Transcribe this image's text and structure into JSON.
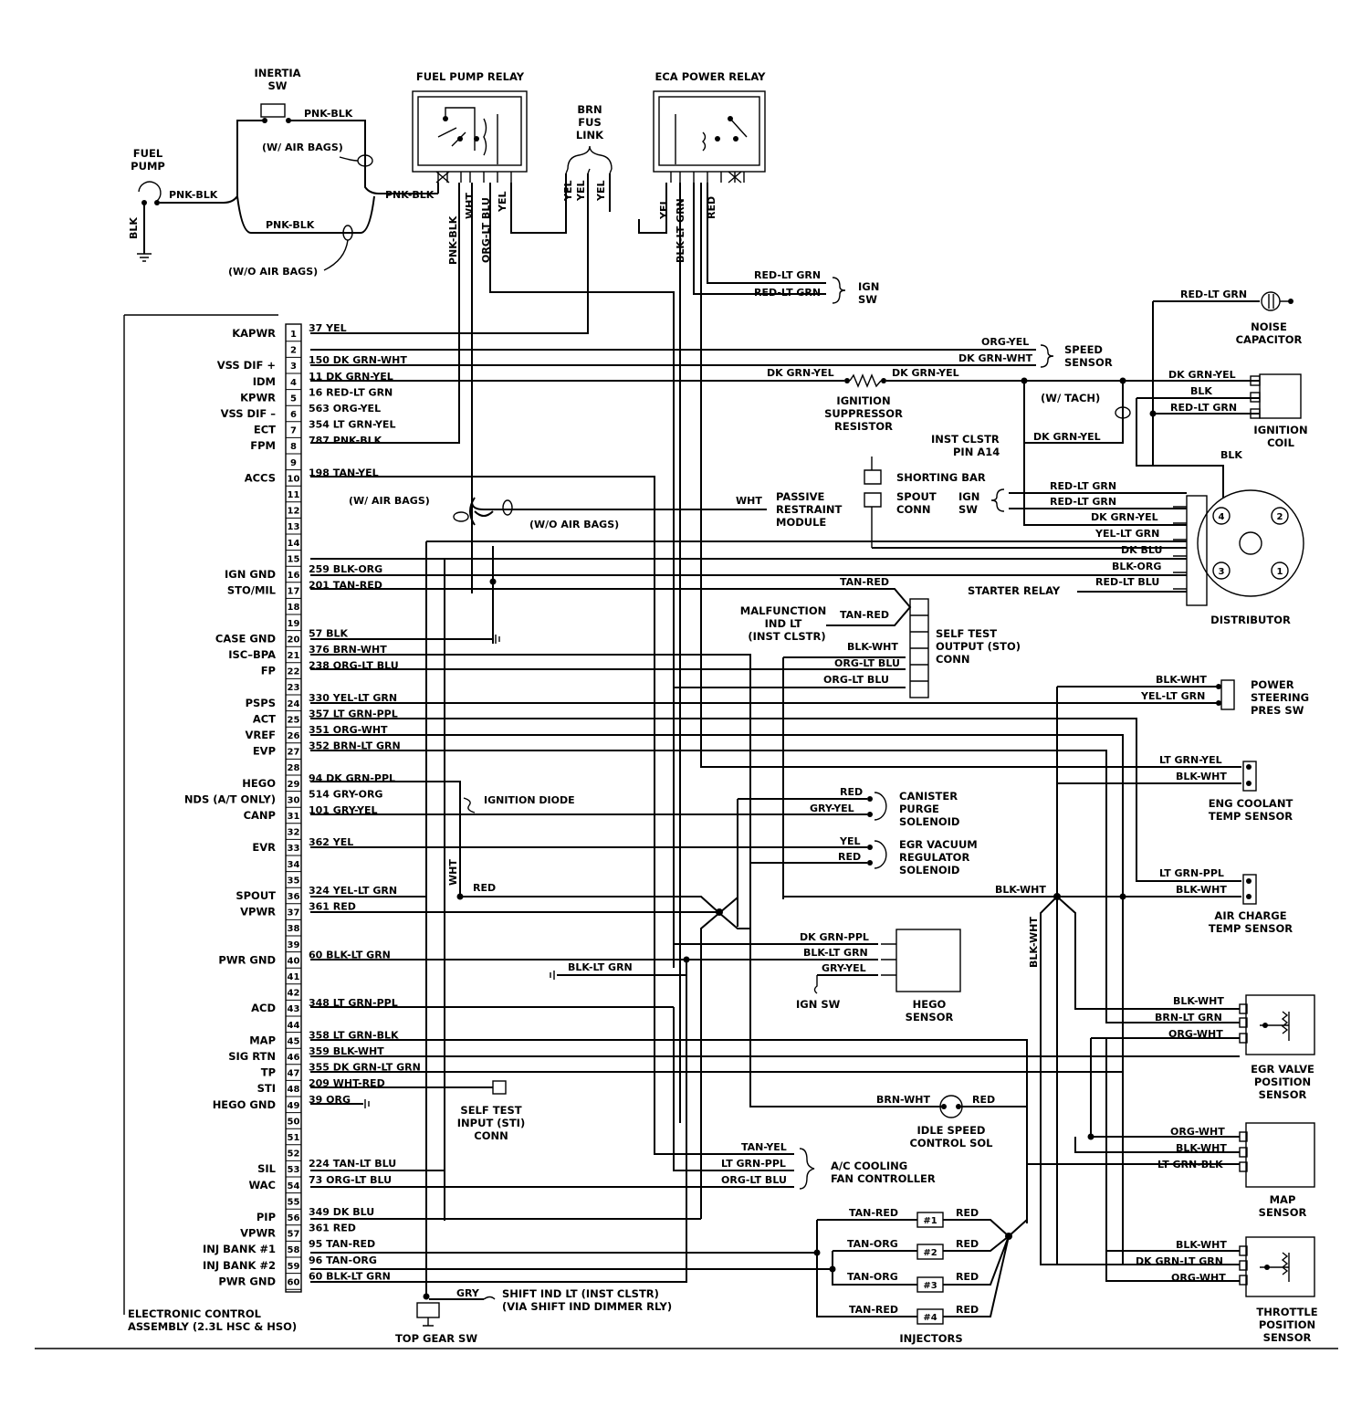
{
  "components": {
    "inertia_sw": [
      "INERTIA",
      "SW"
    ],
    "fuel_pump": [
      "FUEL",
      "PUMP"
    ],
    "fuel_pump_relay": "FUEL PUMP RELAY",
    "brn_fus_link": [
      "BRN",
      "FUS",
      "LINK"
    ],
    "eca_power_relay": "ECA POWER RELAY",
    "ign_sw": [
      "IGN",
      "SW"
    ],
    "noise_capacitor": [
      "NOISE",
      "CAPACITOR"
    ],
    "speed_sensor": [
      "SPEED",
      "SENSOR"
    ],
    "ignition_suppressor_resistor": [
      "IGNITION",
      "SUPPRESSOR",
      "RESISTOR"
    ],
    "ignition_coil": [
      "IGNITION",
      "COIL"
    ],
    "inst_clstr_pin": [
      "INST CLSTR",
      "PIN A14"
    ],
    "shorting_bar": "SHORTING BAR",
    "spout_conn": [
      "SPOUT",
      "CONN"
    ],
    "passive_restraint_module": [
      "PASSIVE",
      "RESTRAINT",
      "MODULE"
    ],
    "distributor": "DISTRIBUTOR",
    "distributor_terminals": [
      "4",
      "2",
      "3",
      "1"
    ],
    "starter_relay": "STARTER RELAY",
    "malfunction_ind_lt": [
      "MALFUNCTION",
      "IND LT",
      "(INST CLSTR)"
    ],
    "self_test_output_conn": [
      "SELF TEST",
      "OUTPUT (STO)",
      "CONN"
    ],
    "power_steering_pres_sw": [
      "POWER",
      "STEERING",
      "PRES SW"
    ],
    "eng_coolant_temp_sensor": [
      "ENG COOLANT",
      "TEMP SENSOR"
    ],
    "canister_purge_solenoid": [
      "CANISTER",
      "PURGE",
      "SOLENOID"
    ],
    "egr_vacuum_regulator_solenoid": [
      "EGR VACUUM",
      "REGULATOR",
      "SOLENOID"
    ],
    "ignition_diode": "IGNITION DIODE",
    "air_charge_temp_sensor": [
      "AIR CHARGE",
      "TEMP SENSOR"
    ],
    "hego_sensor": [
      "HEGO",
      "SENSOR"
    ],
    "ign_sw_single": "IGN SW",
    "egr_valve_position_sensor": [
      "EGR VALVE",
      "POSITION",
      "SENSOR"
    ],
    "self_test_input_conn": [
      "SELF TEST",
      "INPUT (STI)",
      "CONN"
    ],
    "idle_speed_control_sol": [
      "IDLE SPEED",
      "CONTROL SOL"
    ],
    "ac_cooling_fan_controller": [
      "A/C COOLING",
      "FAN CONTROLLER"
    ],
    "map_sensor": [
      "MAP",
      "SENSOR"
    ],
    "injectors": "INJECTORS",
    "injector_labels": [
      "#1",
      "#2",
      "#3",
      "#4"
    ],
    "throttle_position_sensor": [
      "THROTTLE",
      "POSITION",
      "SENSOR"
    ],
    "top_gear_sw": "TOP GEAR SW",
    "shift_ind_lt": [
      "SHIFT IND LT (INST CLSTR)",
      "(VIA SHIFT IND DIMMER RLY)"
    ],
    "eca": [
      "ELECTRONIC CONTROL",
      "ASSEMBLY (2.3L HSC & HSO)"
    ]
  },
  "notes": {
    "w_air_bags": "(W/ AIR BAGS)",
    "wo_air_bags": "(W/O AIR BAGS)",
    "w_tach": "(W/ TACH)"
  },
  "eca_pins": [
    {
      "pin": "1",
      "name": "KAPWR",
      "wire": "37 YEL"
    },
    {
      "pin": "2",
      "name": "",
      "wire": ""
    },
    {
      "pin": "3",
      "name": "VSS DIF +",
      "wire": "150 DK GRN-WHT"
    },
    {
      "pin": "4",
      "name": "IDM",
      "wire": "11 DK GRN-YEL"
    },
    {
      "pin": "5",
      "name": "KPWR",
      "wire": "16 RED-LT GRN"
    },
    {
      "pin": "6",
      "name": "VSS DIF –",
      "wire": "563 ORG-YEL"
    },
    {
      "pin": "7",
      "name": "ECT",
      "wire": "354 LT GRN-YEL"
    },
    {
      "pin": "8",
      "name": "FPM",
      "wire": "787 PNK-BLK"
    },
    {
      "pin": "9",
      "name": "",
      "wire": ""
    },
    {
      "pin": "10",
      "name": "ACCS",
      "wire": "198 TAN-YEL"
    },
    {
      "pin": "11",
      "name": "",
      "wire": ""
    },
    {
      "pin": "12",
      "name": "",
      "wire": ""
    },
    {
      "pin": "13",
      "name": "",
      "wire": ""
    },
    {
      "pin": "14",
      "name": "",
      "wire": ""
    },
    {
      "pin": "15",
      "name": "",
      "wire": ""
    },
    {
      "pin": "16",
      "name": "IGN GND",
      "wire": "259 BLK-ORG"
    },
    {
      "pin": "17",
      "name": "STO/MIL",
      "wire": "201 TAN-RED"
    },
    {
      "pin": "18",
      "name": "",
      "wire": ""
    },
    {
      "pin": "19",
      "name": "",
      "wire": ""
    },
    {
      "pin": "20",
      "name": "CASE GND",
      "wire": "57 BLK"
    },
    {
      "pin": "21",
      "name": "ISC–BPA",
      "wire": "376 BRN-WHT"
    },
    {
      "pin": "22",
      "name": "FP",
      "wire": "238 ORG-LT BLU"
    },
    {
      "pin": "23",
      "name": "",
      "wire": ""
    },
    {
      "pin": "24",
      "name": "PSPS",
      "wire": "330 YEL-LT GRN"
    },
    {
      "pin": "25",
      "name": "ACT",
      "wire": "357 LT GRN-PPL"
    },
    {
      "pin": "26",
      "name": "VREF",
      "wire": "351 ORG-WHT"
    },
    {
      "pin": "27",
      "name": "EVP",
      "wire": "352 BRN-LT GRN"
    },
    {
      "pin": "28",
      "name": "",
      "wire": ""
    },
    {
      "pin": "29",
      "name": "HEGO",
      "wire": "94 DK GRN-PPL"
    },
    {
      "pin": "30",
      "name": "NDS (A/T ONLY)",
      "wire": "514 GRY-ORG"
    },
    {
      "pin": "31",
      "name": "CANP",
      "wire": "101 GRY-YEL"
    },
    {
      "pin": "32",
      "name": "",
      "wire": ""
    },
    {
      "pin": "33",
      "name": "EVR",
      "wire": "362 YEL"
    },
    {
      "pin": "34",
      "name": "",
      "wire": ""
    },
    {
      "pin": "35",
      "name": "",
      "wire": ""
    },
    {
      "pin": "36",
      "name": "SPOUT",
      "wire": "324 YEL-LT GRN"
    },
    {
      "pin": "37",
      "name": "VPWR",
      "wire": "361 RED"
    },
    {
      "pin": "38",
      "name": "",
      "wire": ""
    },
    {
      "pin": "39",
      "name": "",
      "wire": ""
    },
    {
      "pin": "40",
      "name": "PWR GND",
      "wire": "60 BLK-LT GRN"
    },
    {
      "pin": "41",
      "name": "",
      "wire": ""
    },
    {
      "pin": "42",
      "name": "",
      "wire": ""
    },
    {
      "pin": "43",
      "name": "ACD",
      "wire": "348 LT GRN-PPL"
    },
    {
      "pin": "44",
      "name": "",
      "wire": ""
    },
    {
      "pin": "45",
      "name": "MAP",
      "wire": "358 LT GRN-BLK"
    },
    {
      "pin": "46",
      "name": "SIG RTN",
      "wire": "359 BLK-WHT"
    },
    {
      "pin": "47",
      "name": "TP",
      "wire": "355 DK GRN-LT GRN"
    },
    {
      "pin": "48",
      "name": "STI",
      "wire": "209 WHT-RED"
    },
    {
      "pin": "49",
      "name": "HEGO GND",
      "wire": "39 ORG"
    },
    {
      "pin": "50",
      "name": "",
      "wire": ""
    },
    {
      "pin": "51",
      "name": "",
      "wire": ""
    },
    {
      "pin": "52",
      "name": "",
      "wire": ""
    },
    {
      "pin": "53",
      "name": "SIL",
      "wire": "224 TAN-LT BLU"
    },
    {
      "pin": "54",
      "name": "WAC",
      "wire": "73 ORG-LT BLU"
    },
    {
      "pin": "55",
      "name": "",
      "wire": ""
    },
    {
      "pin": "56",
      "name": "PIP",
      "wire": "349 DK BLU"
    },
    {
      "pin": "57",
      "name": "VPWR",
      "wire": "361 RED"
    },
    {
      "pin": "58",
      "name": "INJ BANK #1",
      "wire": "95 TAN-RED"
    },
    {
      "pin": "59",
      "name": "INJ BANK #2",
      "wire": "96 TAN-ORG"
    },
    {
      "pin": "60",
      "name": "PWR GND",
      "wire": "60 BLK-LT GRN"
    }
  ],
  "wire_labels": {
    "pnk_blk": "PNK-BLK",
    "blk": "BLK",
    "wht": "WHT",
    "org_lt_blu": "ORG-LT BLU",
    "yel": "YEL",
    "blk_lt_grn": "BLK-LT GRN",
    "red": "RED",
    "red_lt_grn": "RED-LT GRN",
    "org_yel": "ORG-YEL",
    "dk_grn_wht": "DK GRN-WHT",
    "dk_grn_yel": "DK GRN-YEL",
    "yel_lt_grn": "YEL-LT GRN",
    "dk_blu": "DK BLU",
    "blk_org": "BLK-ORG",
    "red_lt_blu": "RED-LT BLU",
    "tan_red": "TAN-RED",
    "blk_wht": "BLK-WHT",
    "lt_grn_yel": "LT GRN-YEL",
    "gry_yel": "GRY-YEL",
    "lt_grn_ppl": "LT GRN-PPL",
    "dk_grn_ppl": "DK GRN-PPL",
    "brn_lt_grn": "BRN-LT GRN",
    "org_wht": "ORG-WHT",
    "brn_wht": "BRN-WHT",
    "tan_yel": "TAN-YEL",
    "lt_grn_blk": "LT GRN-BLK",
    "tan_org": "TAN-ORG",
    "dk_grn_lt_grn": "DK GRN-LT GRN",
    "gry": "GRY"
  },
  "colors": {
    "ink": "#000000",
    "paper": "#ffffff"
  }
}
